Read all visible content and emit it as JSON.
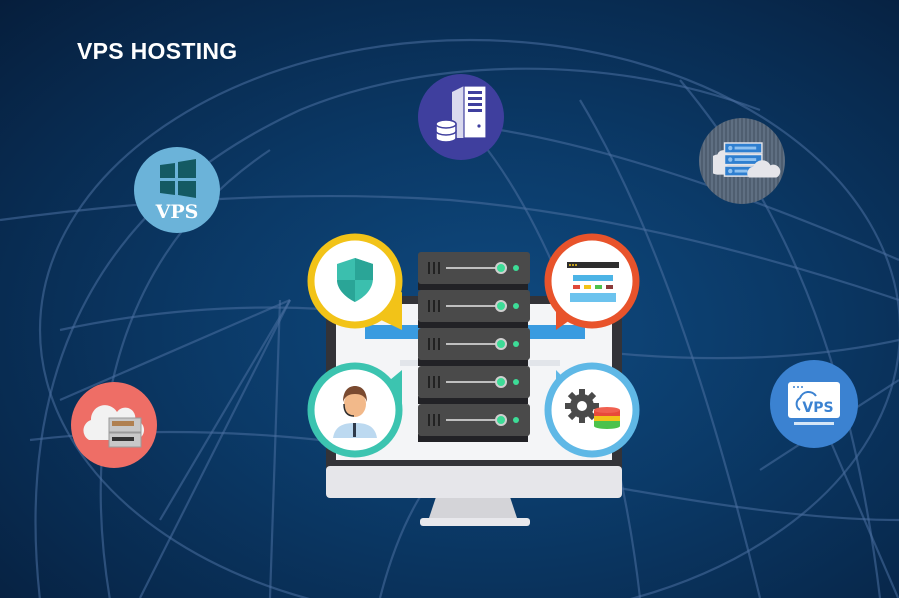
{
  "banner": {
    "title": "VPS HOSTING"
  },
  "colors": {
    "background": "#0b3a68",
    "globe_lines": "#4a6fa0",
    "windows_badge": "#6bb3d9",
    "dedicated_badge": "#3f3f9e",
    "cloud_server_badge": "#5a6b80",
    "cloud_vps_badge": "#3b82d1",
    "cloud_storage_badge": "#ee6e66",
    "security_ring": "#f2c318",
    "website_ring": "#e8532b",
    "support_ring": "#3cc4b0",
    "config_ring": "#5fb8e6",
    "server_unit": "#4a4a4a",
    "server_led": "#3ddc97"
  },
  "badges": [
    {
      "id": "windows-vps",
      "icon": "windows-logo-icon",
      "label": "VPS"
    },
    {
      "id": "dedicated-server",
      "icon": "server-tower-database-icon"
    },
    {
      "id": "cloud-server",
      "icon": "server-rack-cloud-icon"
    },
    {
      "id": "cloud-vps",
      "icon": "laptop-cloud-vps-icon",
      "label": "VPS"
    },
    {
      "id": "cloud-storage",
      "icon": "cloud-network-switch-icon"
    }
  ],
  "feature_circles": [
    {
      "id": "security",
      "icon": "shield-icon"
    },
    {
      "id": "website",
      "icon": "browser-window-icon"
    },
    {
      "id": "support",
      "icon": "support-agent-headset-icon"
    },
    {
      "id": "configuration",
      "icon": "gear-database-icon"
    }
  ],
  "server_stack": {
    "units": 5,
    "icon": "server-rack-icon"
  }
}
